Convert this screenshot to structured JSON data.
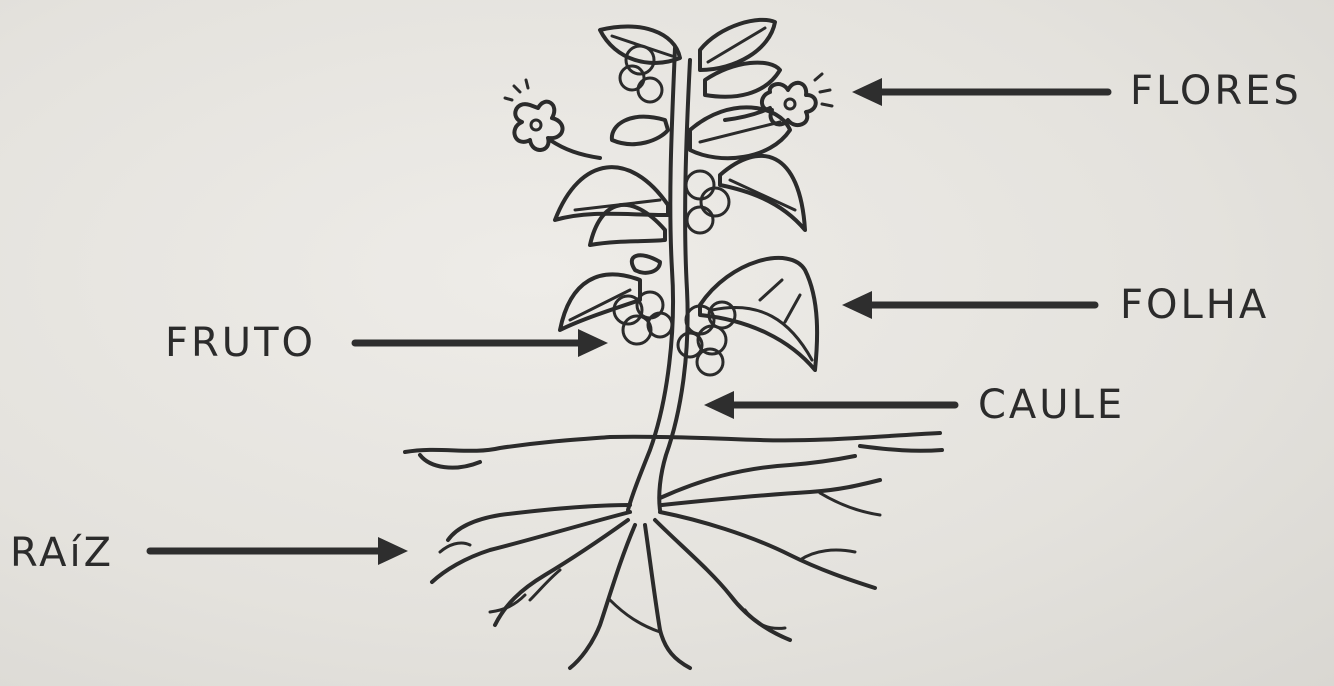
{
  "labels": {
    "flores": "FLORES",
    "folha": "FOLHA",
    "fruto": "FRUTO",
    "caule": "CAULE",
    "raiz": "RAíZ"
  },
  "colors": {
    "ink": "#2b2b2b",
    "paper": "#e6e4df"
  }
}
